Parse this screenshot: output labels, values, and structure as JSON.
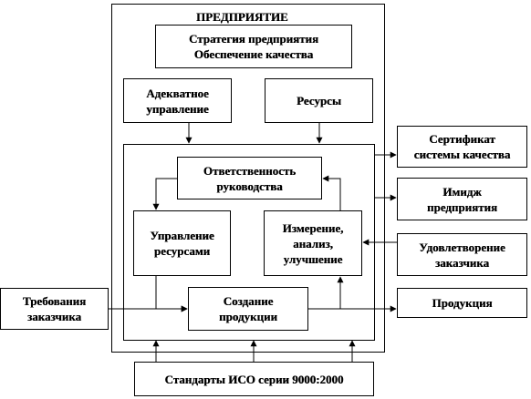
{
  "enterprise": {
    "title": "ПРЕДПРИЯТИЕ",
    "strategy": {
      "line1": "Стратегия предприятия",
      "line2": "Обеспечение качества"
    },
    "adequate": {
      "line1": "Адекватное",
      "line2": "управление"
    },
    "resources": "Ресурсы",
    "responsibility": {
      "line1": "Ответственность",
      "line2": "руководства"
    },
    "resource_mgmt": {
      "line1": "Управление",
      "line2": "ресурсами"
    },
    "measurement": {
      "line1": "Измерение,",
      "line2": "анализ,",
      "line3": "улучшение"
    },
    "creation": {
      "line1": "Создание",
      "line2": "продукции"
    }
  },
  "outside": {
    "requirements": {
      "line1": "Требования",
      "line2": "заказчика"
    },
    "certificate": {
      "line1": "Сертификат",
      "line2": "системы качества"
    },
    "image": {
      "line1": "Имидж",
      "line2": "предприятия"
    },
    "satisfaction": {
      "line1": "Удовлетворение",
      "line2": "заказчика"
    },
    "product": "Продукция",
    "standards": "Стандарты ИСО серии 9000:2000"
  },
  "colors": {
    "stroke": "#000000",
    "background": "#ffffff"
  }
}
